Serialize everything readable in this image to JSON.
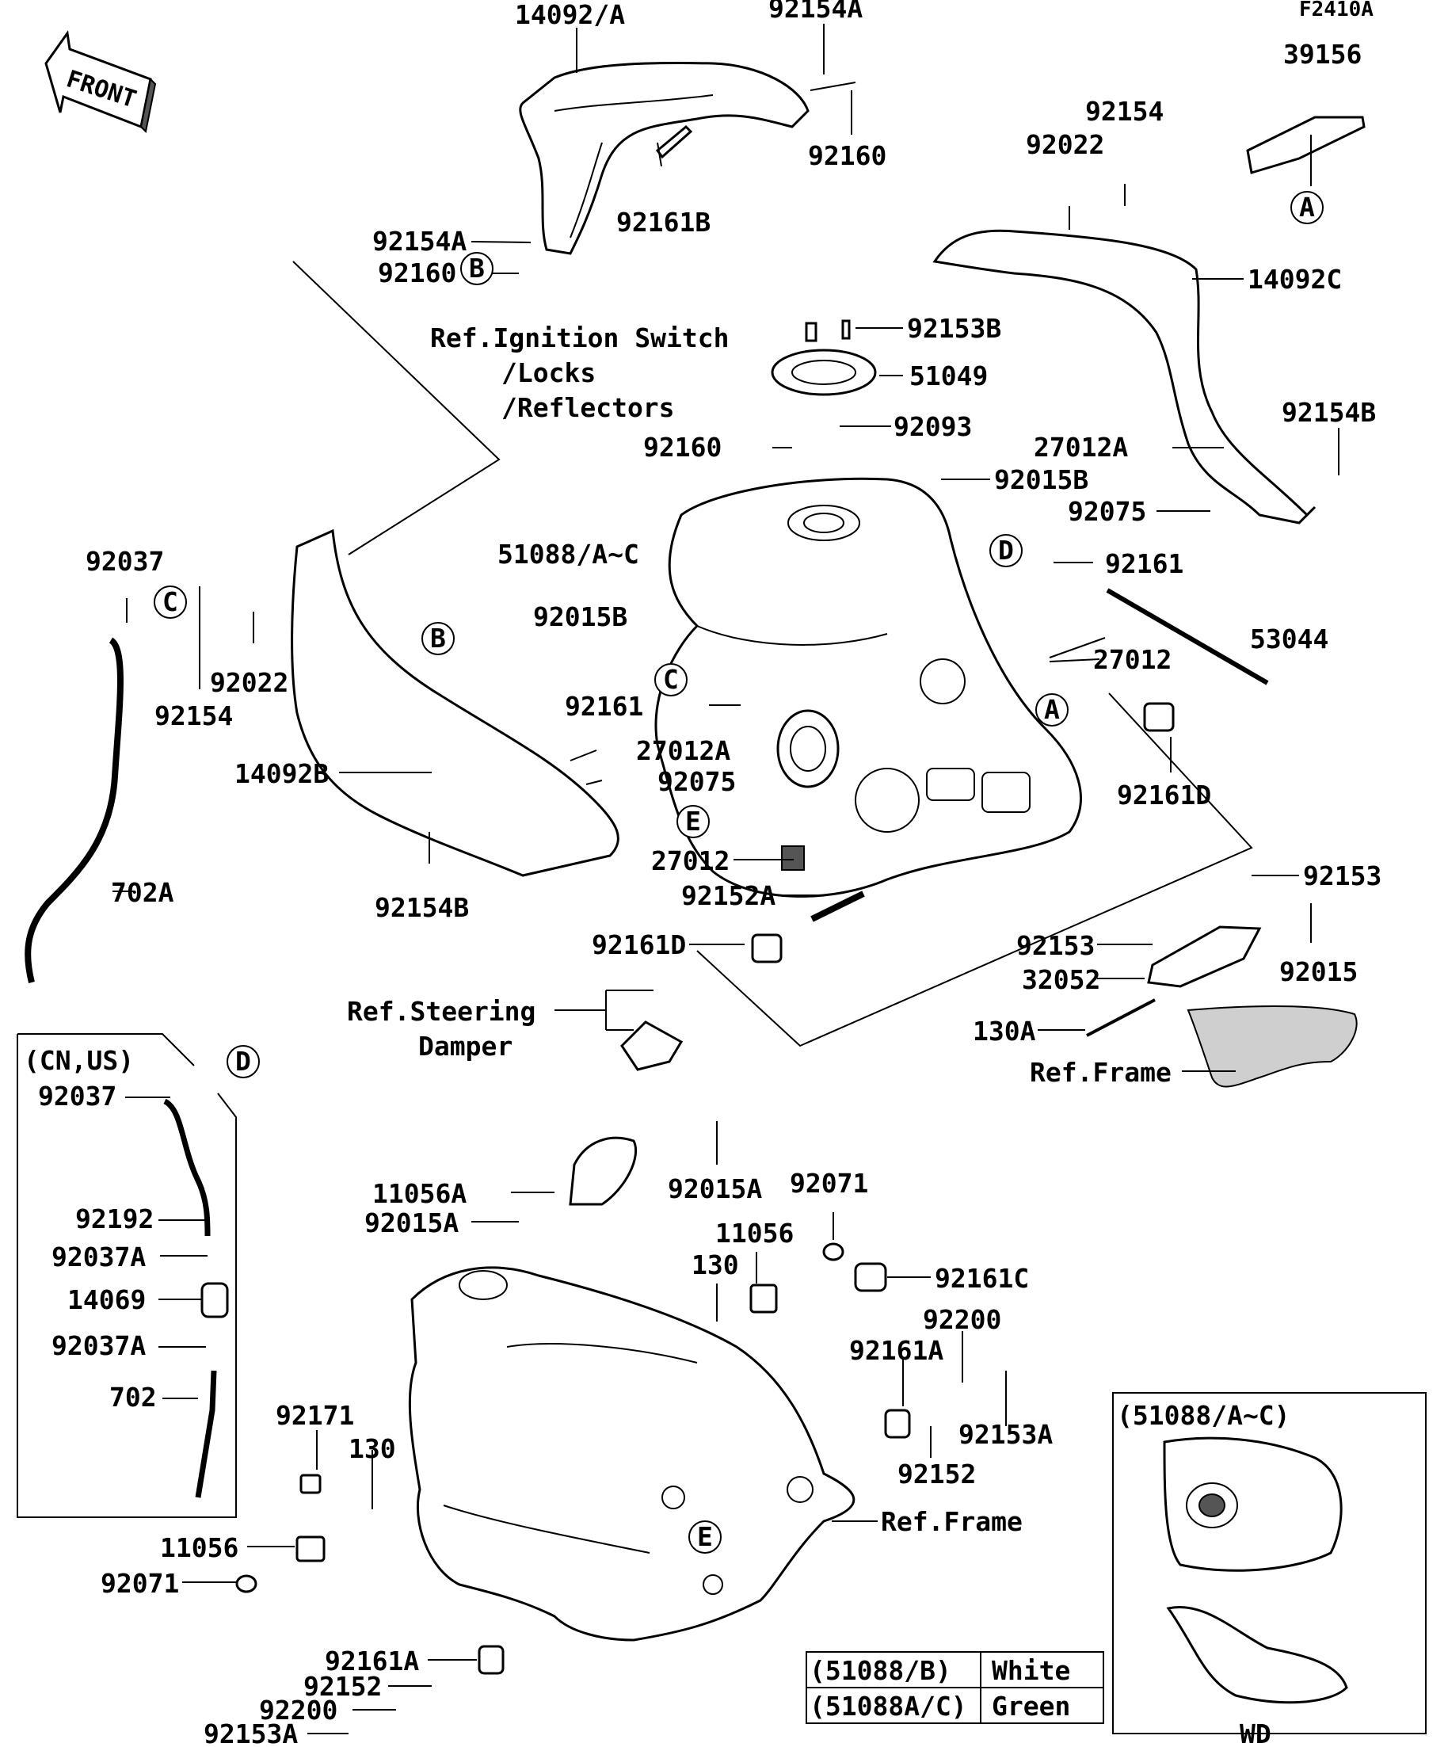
{
  "diagram_code": "F2410A",
  "front_label": "FRONT",
  "callouts": {
    "p14092A": "14092/A",
    "p92154A_top": "92154A",
    "p92160_top": "92160",
    "p92161B": "92161B",
    "p92154A_left": "92154A",
    "p92160_left": "92160",
    "ref_ignition": "Ref.Ignition Switch",
    "ref_locks": "/Locks",
    "ref_reflectors": "/Reflectors",
    "p39156": "39156",
    "p92154_right": "92154",
    "p92022_right": "92022",
    "p14092C": "14092C",
    "p92153B": "92153B",
    "p51049": "51049",
    "p92093": "92093",
    "p92160_mid": "92160",
    "p27012A_right": "27012A",
    "p92154B_right": "92154B",
    "p92015B_top": "92015B",
    "p92075_right": "92075",
    "p51088": "51088/A~C",
    "p92161_right": "92161",
    "p53044": "53044",
    "p92015B_left": "92015B",
    "p27012_mid": "27012",
    "p92161_left": "92161",
    "p27012A_left": "27012A",
    "p92075_left": "92075",
    "p92161D_right": "92161D",
    "p14092B": "14092B",
    "p92037_top": "92037",
    "p92154_left": "92154",
    "p92022_left": "92022",
    "p702A": "702A",
    "p92154B_left": "92154B",
    "p27012_bottom": "27012",
    "p92152A": "92152A",
    "p92161D_left": "92161D",
    "p92153_right": "92153",
    "p92153_left": "92153",
    "p32052": "32052",
    "p92015": "92015",
    "p130A": "130A",
    "ref_frame_top": "Ref.Frame",
    "ref_steering": "Ref.Steering",
    "ref_damper": "Damper",
    "inset_region": "(CN,US)",
    "p92037_inset": "92037",
    "p92192": "92192",
    "p92037A_1": "92037A",
    "p14069": "14069",
    "p92037A_2": "92037A",
    "p702": "702",
    "p11056A": "11056A",
    "p92015A_left": "92015A",
    "p92015A_right": "92015A",
    "p92071_top": "92071",
    "p11056_top": "11056",
    "p130_top": "130",
    "p92161C": "92161C",
    "p92200_right": "92200",
    "p92161A_right": "92161A",
    "p92153A_right": "92153A",
    "p92152_right": "92152",
    "p92171": "92171",
    "p130_bottom": "130",
    "p11056_bottom": "11056",
    "p92071_bottom": "92071",
    "ref_frame_bottom": "Ref.Frame",
    "p92161A_bottom": "92161A",
    "p92152_bottom": "92152",
    "p92200_bottom": "92200",
    "p92153A_bottom": "92153A",
    "inset_51088": "(51088/A~C)",
    "inset_wd": "WD"
  },
  "markers": {
    "a1": "A",
    "a2": "A",
    "b1": "B",
    "b2": "B",
    "c1": "C",
    "c2": "C",
    "d1": "D",
    "d2": "D",
    "e1": "E",
    "e2": "E"
  },
  "color_table": {
    "rows": [
      {
        "part": "(51088/B)",
        "color": "White"
      },
      {
        "part": "(51088A/C)",
        "color": "Green"
      }
    ]
  }
}
